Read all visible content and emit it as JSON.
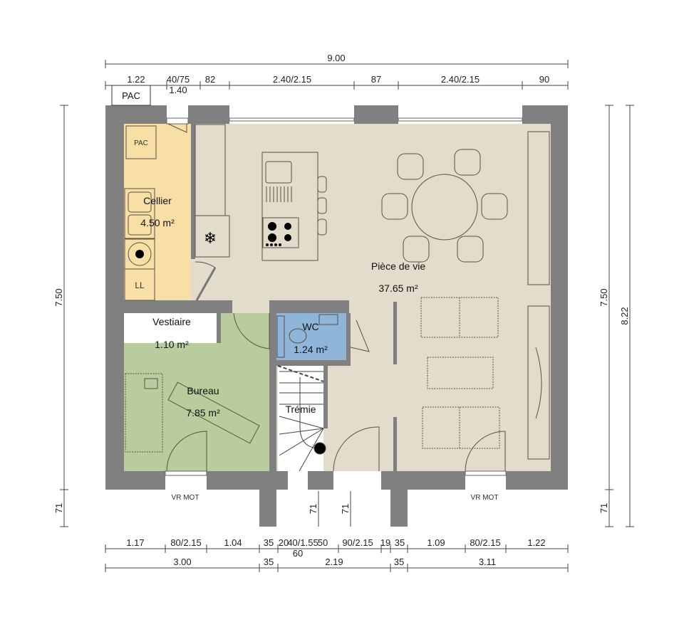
{
  "plan": {
    "colors": {
      "wall": "#808080",
      "living": "#e4dccb",
      "cellier": "#f7dfa6",
      "bureau": "#b9cc9e",
      "wc": "#8fb5d9",
      "tremie": "#ffffff",
      "vestiaire": "#ffffff"
    },
    "rooms": {
      "cellier": {
        "name": "Cellier",
        "area": "4.50 m²"
      },
      "piece_de_vie": {
        "name": "Pièce de vie",
        "area": "37.65 m²"
      },
      "vestiaire": {
        "name": "Vestiaire",
        "area": "1.10 m²"
      },
      "wc": {
        "name": "WC",
        "area": "1.24 m²"
      },
      "bureau": {
        "name": "Bureau",
        "area": "7.85 m²"
      },
      "tremie": {
        "name": "Trémie"
      }
    },
    "equipment": {
      "pac_outside": "PAC",
      "pac_inside": "PAC",
      "ll": "LL",
      "vr_mot_left": "VR MOT",
      "vr_mot_right": "VR MOT"
    },
    "dimensions": {
      "top_total": "9.00",
      "top_segments": [
        "1.22",
        "40/75",
        "82",
        "2.40/2.15",
        "87",
        "2.40/2.15",
        "90"
      ],
      "top_sub": "1.40",
      "bottom_segments": [
        "1.17",
        "80/2.15",
        "1.04",
        "35",
        "20",
        "40/1.55",
        "50",
        "90/2.15",
        "19",
        "35",
        "1.09",
        "80/2.15",
        "1.22"
      ],
      "bottom_sub": "60",
      "bottom_totals": [
        "3.00",
        "35",
        "2.19",
        "35",
        "3.11"
      ],
      "left_main": "7.50",
      "left_ext": "71",
      "right_main": "7.50",
      "right_ext": "71",
      "right_total": "8.22",
      "entry_left": "71",
      "entry_right": "71"
    }
  }
}
